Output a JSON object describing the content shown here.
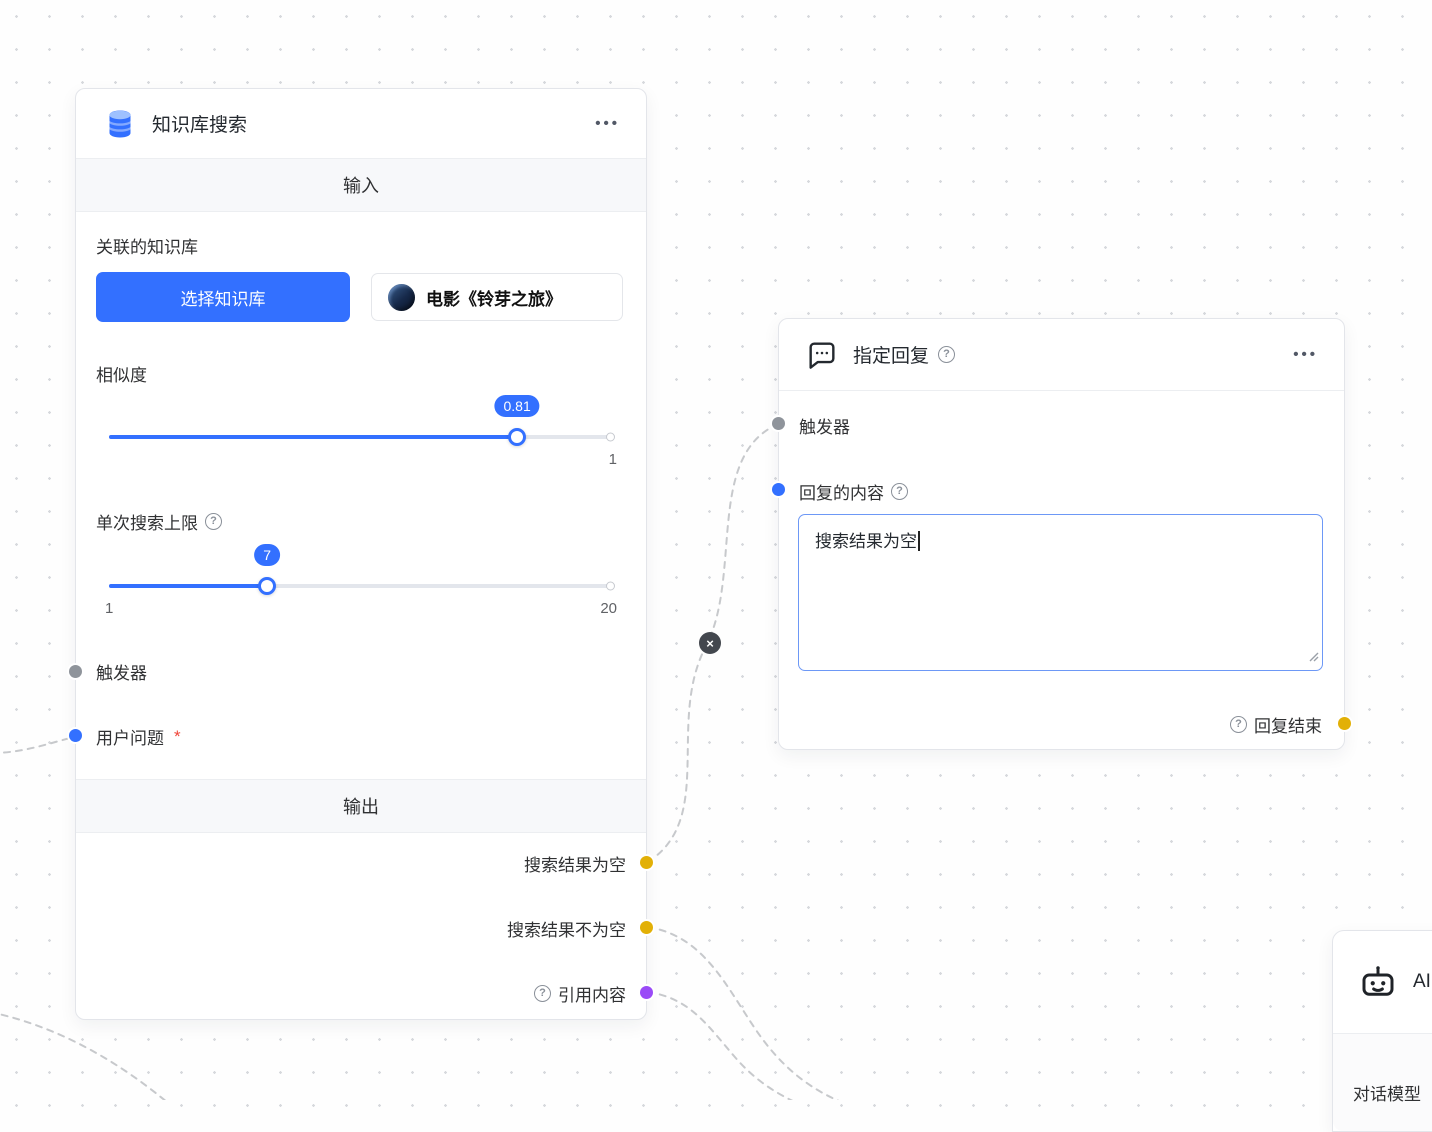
{
  "icons": {
    "menu": "•••",
    "help": "?",
    "close": "×"
  },
  "kb_node": {
    "title": "知识库搜索",
    "sections": {
      "input": "输入",
      "output": "输出"
    },
    "kb_label": "关联的知识库",
    "select_button_label": "选择知识库",
    "kb_chip_label": "电影《铃芽之旅》",
    "similarity": {
      "label": "相似度",
      "value": "0.81",
      "max_label": "1"
    },
    "search_limit": {
      "label": "单次搜索上限",
      "value": "7",
      "min_label": "1",
      "max_label": "20"
    },
    "trigger_label": "触发器",
    "user_question_label": "用户问题",
    "required_mark": "*",
    "outputs": {
      "empty": "搜索结果为空",
      "not_empty": "搜索结果不为空",
      "quote": "引用内容"
    }
  },
  "reply_node": {
    "title": "指定回复",
    "trigger_label": "触发器",
    "content_label": "回复的内容",
    "reply_text": "搜索结果为空",
    "finish_label": "回复结束"
  },
  "ai_node": {
    "title": "AI",
    "model_label": "对话模型"
  }
}
